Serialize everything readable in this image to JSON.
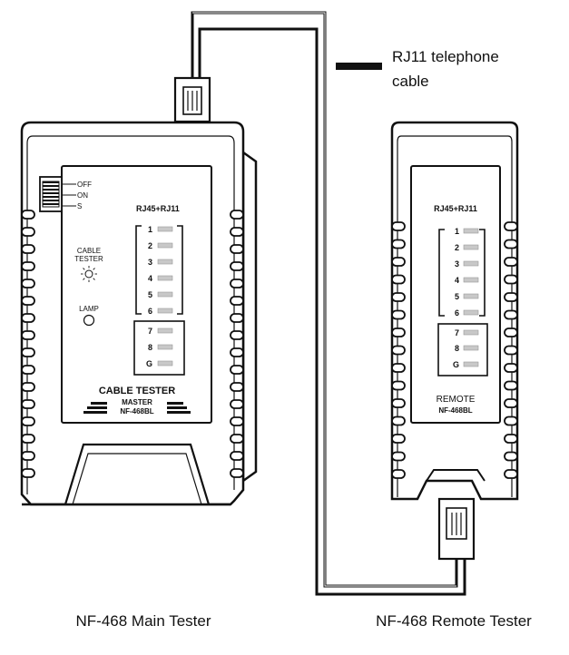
{
  "cable_label": {
    "line1": "RJ11 telephone",
    "line2": "cable"
  },
  "main_tester": {
    "switch_positions": [
      "OFF",
      "ON",
      "S"
    ],
    "header": "RJ45+RJ11",
    "cable_tester_indicator": [
      "CABLE",
      "TESTER"
    ],
    "lamp_label": "LAMP",
    "pins_group1": [
      "1",
      "2",
      "3",
      "4",
      "5",
      "6"
    ],
    "pins_group2": [
      "7",
      "8",
      "G"
    ],
    "title": "CABLE TESTER",
    "subtitle": "MASTER",
    "model": "NF-468BL",
    "caption": "NF-468 Main Tester"
  },
  "remote_tester": {
    "header": "RJ45+RJ11",
    "pins_group1": [
      "1",
      "2",
      "3",
      "4",
      "5",
      "6"
    ],
    "pins_group2": [
      "7",
      "8",
      "G"
    ],
    "title": "REMOTE",
    "model": "NF-468BL",
    "caption": "NF-468 Remote Tester"
  }
}
